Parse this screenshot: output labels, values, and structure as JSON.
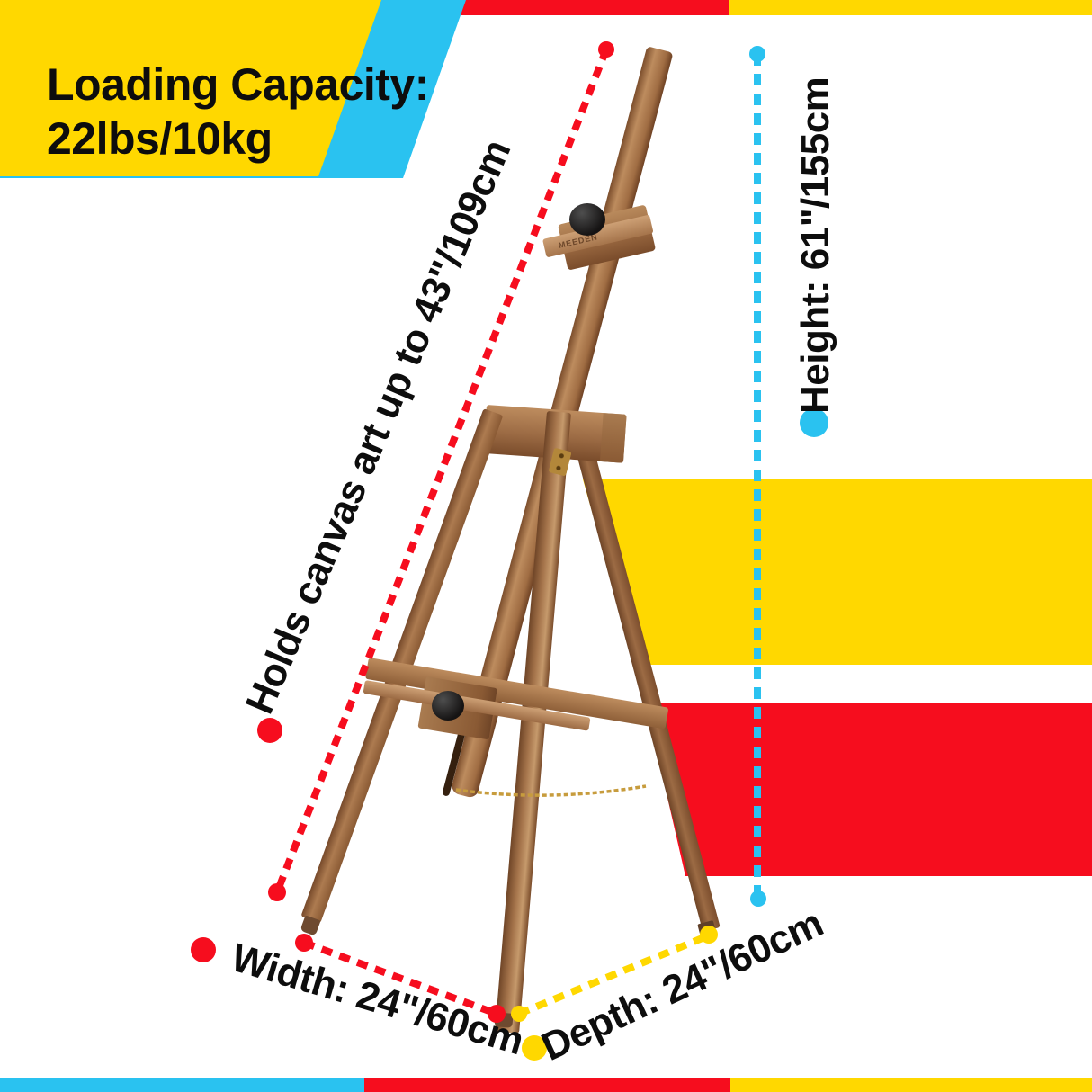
{
  "colors": {
    "bg": "#FFFFFF",
    "red": "#F60D1E",
    "blue": "#2AC2F0",
    "yellow": "#FFD800",
    "ink": "#0D0D0D",
    "chain": "#C79C3D",
    "brand": "#5F3B20"
  },
  "heading": {
    "line1": "Loading Capacity:",
    "line2": "22lbs/10kg"
  },
  "annotations": {
    "canvas_capacity": {
      "label": "Holds canvas art up to 43\"/109cm",
      "color": "red"
    },
    "height": {
      "label": "Height: 61\"/155cm",
      "color": "blue"
    },
    "width": {
      "label": "Width: 24\"/60cm",
      "color": "red"
    },
    "depth": {
      "label": "Depth: 24\"/60cm",
      "color": "yellow"
    }
  },
  "brand": "MEEDEN"
}
